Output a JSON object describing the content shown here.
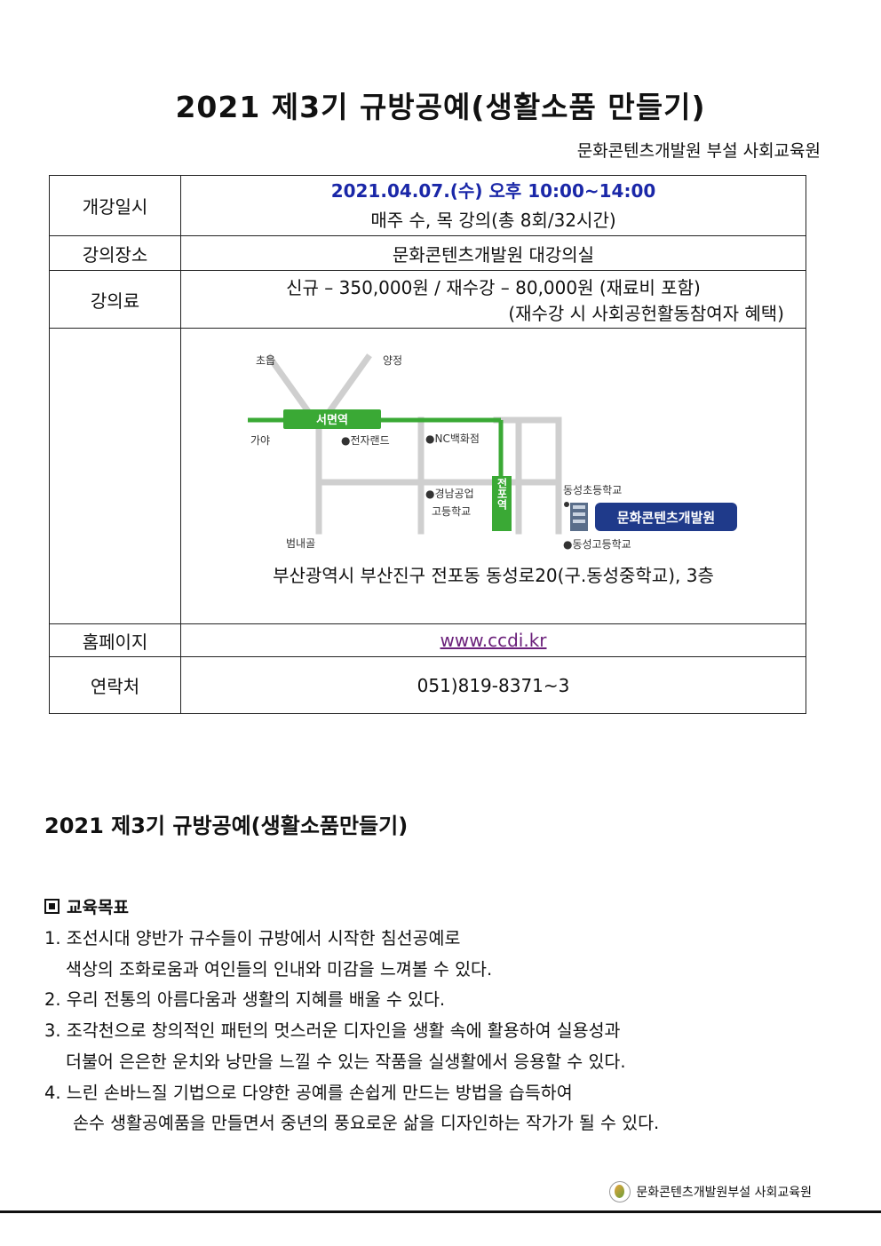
{
  "title": "2021  제3기  규방공예(생활소품  만들기)",
  "subtitle": "문화콘텐츠개발원  부설  사회교육원",
  "table": {
    "date_label": "개강일시",
    "date_value": "2021.04.07.(수)  오후  10:00~14:00",
    "schedule": "매주  수,  목  강의(총  8회/32시간)",
    "place_label": "강의장소",
    "place_value": "문화콘텐츠개발원  대강의실",
    "fee_label": "강의료",
    "fee_line1": "신규  –  350,000원  /  재수강  –  80,000원  (재료비  포함)",
    "fee_line2": "(재수강  시  사회공헌활동참여자  혜택)",
    "address": "부산광역시  부산진구  전포동  동성로20(구.동성중학교),  3층",
    "homepage_label": "홈페이지",
    "homepage_value": "www.ccdi.kr",
    "contact_label": "연락처",
    "contact_value": "051)819-8371~3"
  },
  "map": {
    "choeup": "초읍",
    "yangjeong": "양정",
    "seomyeon": "서면역",
    "gaya": "가야",
    "jeonjaland": "●전자랜드",
    "nc": "●NC백화점",
    "gyeongnam1": "●경남공업",
    "gyeongnam2": "고등학교",
    "jeonpo": "전포역",
    "dongseong_elem": "동성초등학교",
    "ccdi": "문화콘텐츠개발원",
    "dongseong_high": "●동성고등학교",
    "beomnaegol": "범내골",
    "green": "#3aa935",
    "navy": "#1f3a8a"
  },
  "section_title": "2021  제3기  규방공예(생활소품만들기)",
  "goals_heading": "교육목표",
  "goals": {
    "l1": "1.  조선시대  양반가  규수들이  규방에서  시작한  침선공예로",
    "l1b": "색상의  조화로움과  여인들의  인내와  미감을  느껴볼  수  있다.",
    "l2": "2.  우리  전통의  아름다움과  생활의  지혜를  배울  수  있다.",
    "l3": "3.  조각천으로  창의적인  패턴의  멋스러운  디자인을  생활  속에  활용하여  실용성과",
    "l3b": "더불어  은은한  운치와  낭만을  느낄  수  있는  작품을  실생활에서  응용할  수  있다.",
    "l4": "4.  느린  손바느질  기법으로  다양한  공예를  손쉽게  만드는  방법을  습득하여",
    "l4b": "손수  생활공예품을  만들면서  중년의  풍요로운  삶을  디자인하는  작가가  될  수  있다."
  },
  "footer": "문화콘텐츠개발원부설  사회교육원"
}
